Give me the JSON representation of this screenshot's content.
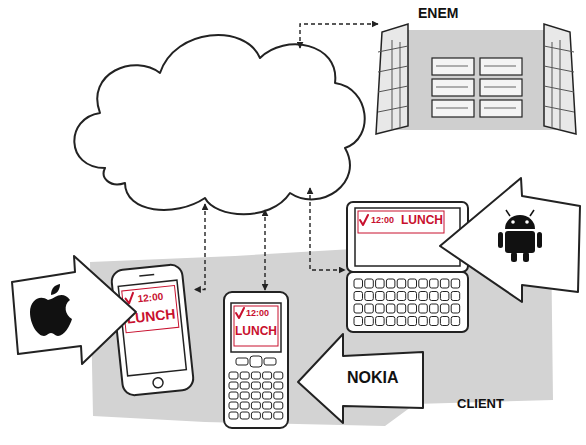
{
  "diagram": {
    "nodes": [
      {
        "text": []
      },
      {
        "text": [
          "ENEM"
        ]
      },
      {
        "text": [
          "CLIENT"
        ]
      },
      {
        "text": [
          "12:00",
          "LUNCH"
        ],
        "in": 2
      },
      {
        "text": [
          "12:00",
          "LUNCH"
        ],
        "in": 2
      },
      {
        "text": [
          "12:00",
          "LUNCH"
        ],
        "in": 2
      },
      {
        "text": [
          "NOKIA"
        ]
      }
    ],
    "edges": [
      {
        "from": 0,
        "to": 1,
        "arrow": "both"
      },
      {
        "from": 0,
        "to": 4,
        "arrow": "both"
      },
      {
        "from": 0,
        "to": 5,
        "arrow": "both"
      },
      {
        "from": 0,
        "to": 3,
        "arrow": "both"
      }
    ]
  }
}
